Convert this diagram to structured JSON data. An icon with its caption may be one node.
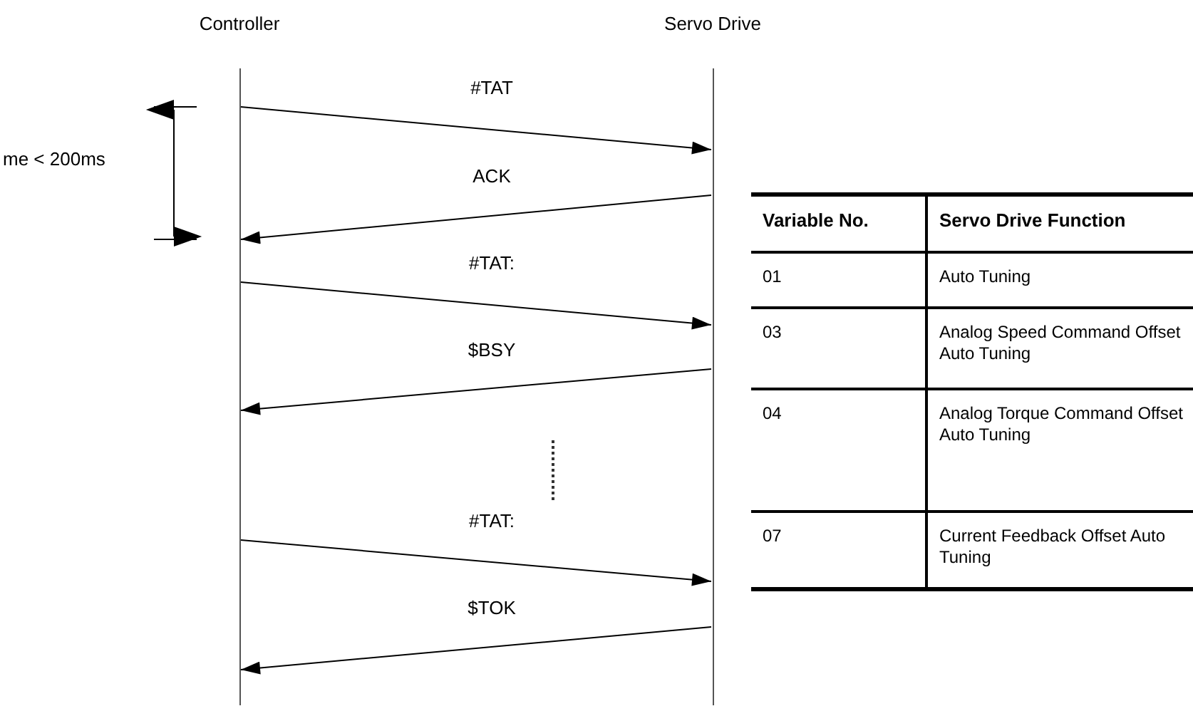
{
  "diagram": {
    "nodes": [
      {
        "text": [
          "Controller"
        ]
      },
      {
        "text": [
          "Servo Drive"
        ]
      }
    ],
    "edges": [
      {
        "from": 0,
        "to": 1,
        "arrow": "to",
        "label": "#TAT"
      },
      {
        "from": 1,
        "to": 0,
        "arrow": "to",
        "label": "ACK"
      },
      {
        "from": 0,
        "to": 1,
        "arrow": "to",
        "label": "#TAT:"
      },
      {
        "from": 1,
        "to": 0,
        "arrow": "to",
        "label": "$BSY"
      },
      {
        "from": 0,
        "to": 1,
        "arrow": "to",
        "label": "#TAT:"
      },
      {
        "from": 1,
        "to": 0,
        "arrow": "to",
        "label": "$TOK"
      }
    ],
    "labels": [
      "me < 200ms",
      "Variable No.",
      "Servo Drive Function",
      "01",
      "Auto Tuning",
      "03",
      "Analog Speed Command Offset Auto Tuning",
      "04",
      "Analog Torque Command Offset Auto Tuning",
      "07",
      "Current Feedback Offset Auto Tuning"
    ]
  }
}
